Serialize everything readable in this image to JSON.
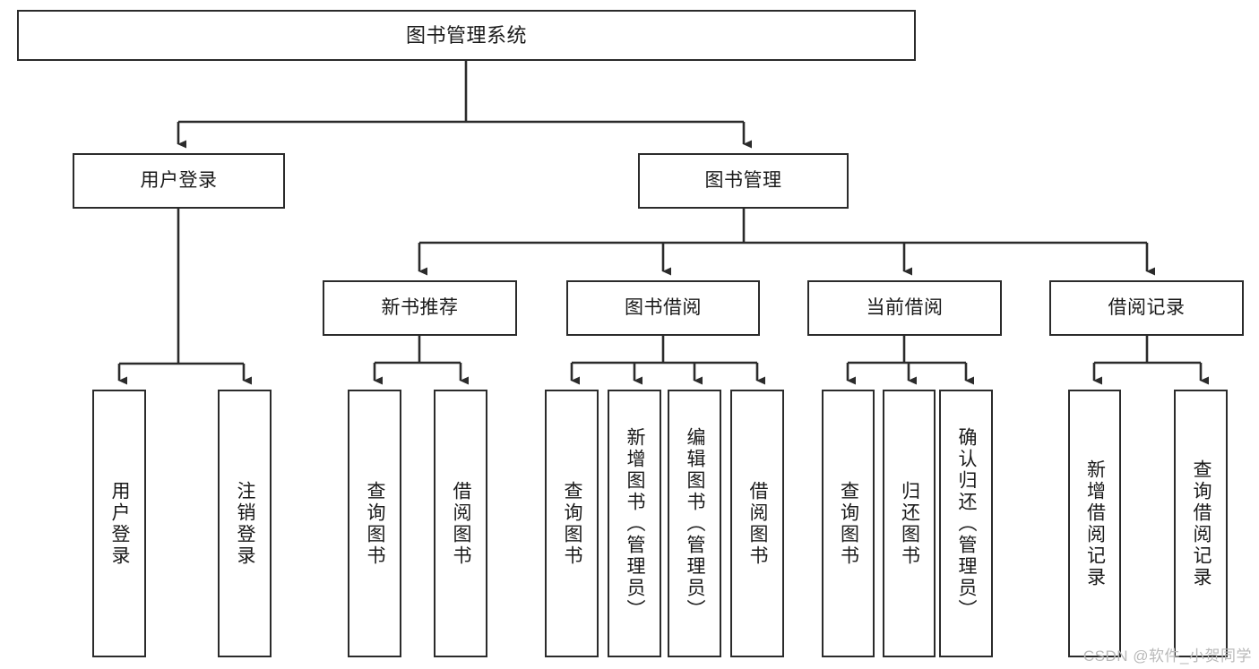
{
  "diagram": {
    "title": "图书管理系统",
    "watermark": "CSDN @软件_小贺同学",
    "colors": {
      "stroke": "#2b2b2b",
      "fill": "#ffffff",
      "text": "#1a1a1a",
      "watermark": "#b9b9b9"
    },
    "nodes": {
      "root": {
        "label": "图书管理系统"
      },
      "tier2": [
        {
          "label": "用户登录"
        },
        {
          "label": "图书管理"
        }
      ],
      "tier3": [
        {
          "label": "新书推荐"
        },
        {
          "label": "图书借阅"
        },
        {
          "label": "当前借阅"
        },
        {
          "label": "借阅记录"
        }
      ],
      "leaves": [
        {
          "label": "用户登录"
        },
        {
          "label": "注销登录"
        },
        {
          "label": "查询图书"
        },
        {
          "label": "借阅图书"
        },
        {
          "label": "查询图书"
        },
        {
          "label": "新增图书（管理员）"
        },
        {
          "label": "编辑图书（管理员）"
        },
        {
          "label": "借阅图书"
        },
        {
          "label": "查询图书"
        },
        {
          "label": "归还图书"
        },
        {
          "label": "确认归还（管理员）"
        },
        {
          "label": "新增借阅记录"
        },
        {
          "label": "查询借阅记录"
        }
      ]
    }
  }
}
